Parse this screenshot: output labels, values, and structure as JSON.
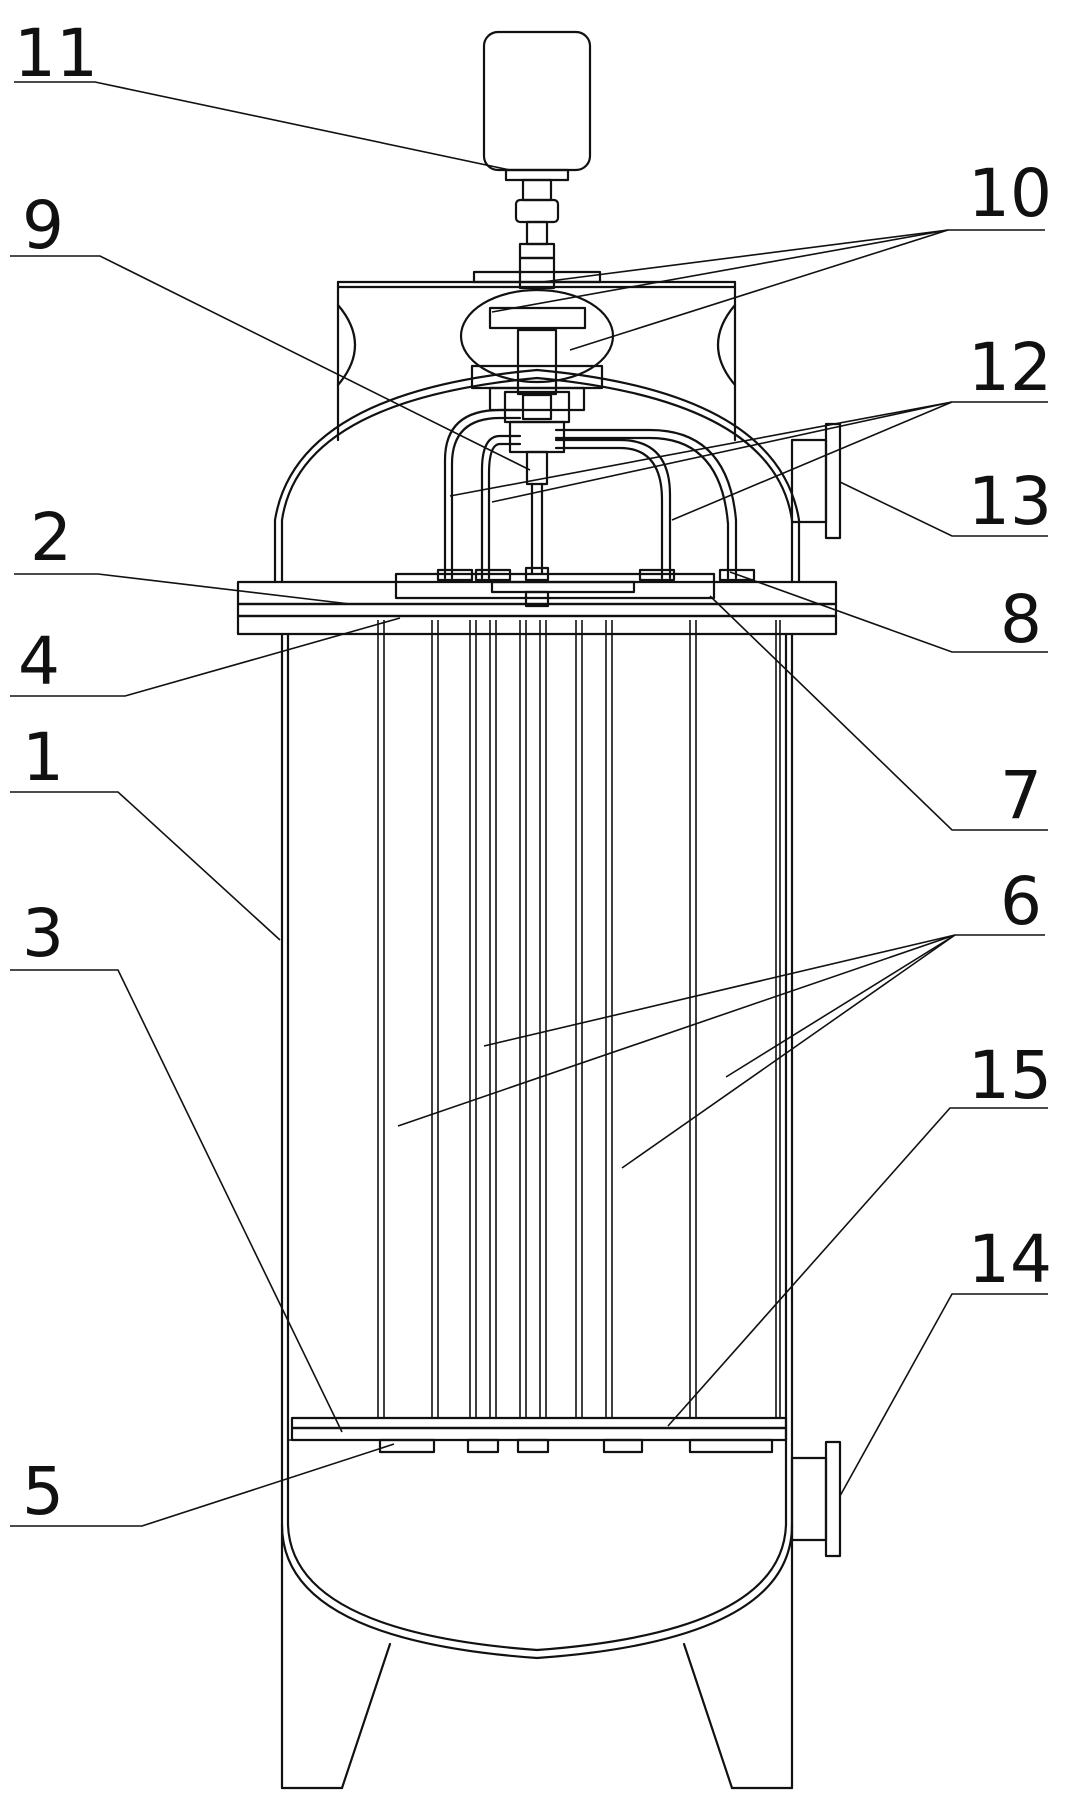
{
  "labels": [
    {
      "id": "11",
      "text": "11"
    },
    {
      "id": "10",
      "text": "10"
    },
    {
      "id": "9",
      "text": "9"
    },
    {
      "id": "12",
      "text": "12"
    },
    {
      "id": "13",
      "text": "13"
    },
    {
      "id": "2",
      "text": "2"
    },
    {
      "id": "8",
      "text": "8"
    },
    {
      "id": "4",
      "text": "4"
    },
    {
      "id": "1",
      "text": "1"
    },
    {
      "id": "7",
      "text": "7"
    },
    {
      "id": "3",
      "text": "3"
    },
    {
      "id": "6",
      "text": "6"
    },
    {
      "id": "15",
      "text": "15"
    },
    {
      "id": "14",
      "text": "14"
    },
    {
      "id": "5",
      "text": "5"
    }
  ]
}
